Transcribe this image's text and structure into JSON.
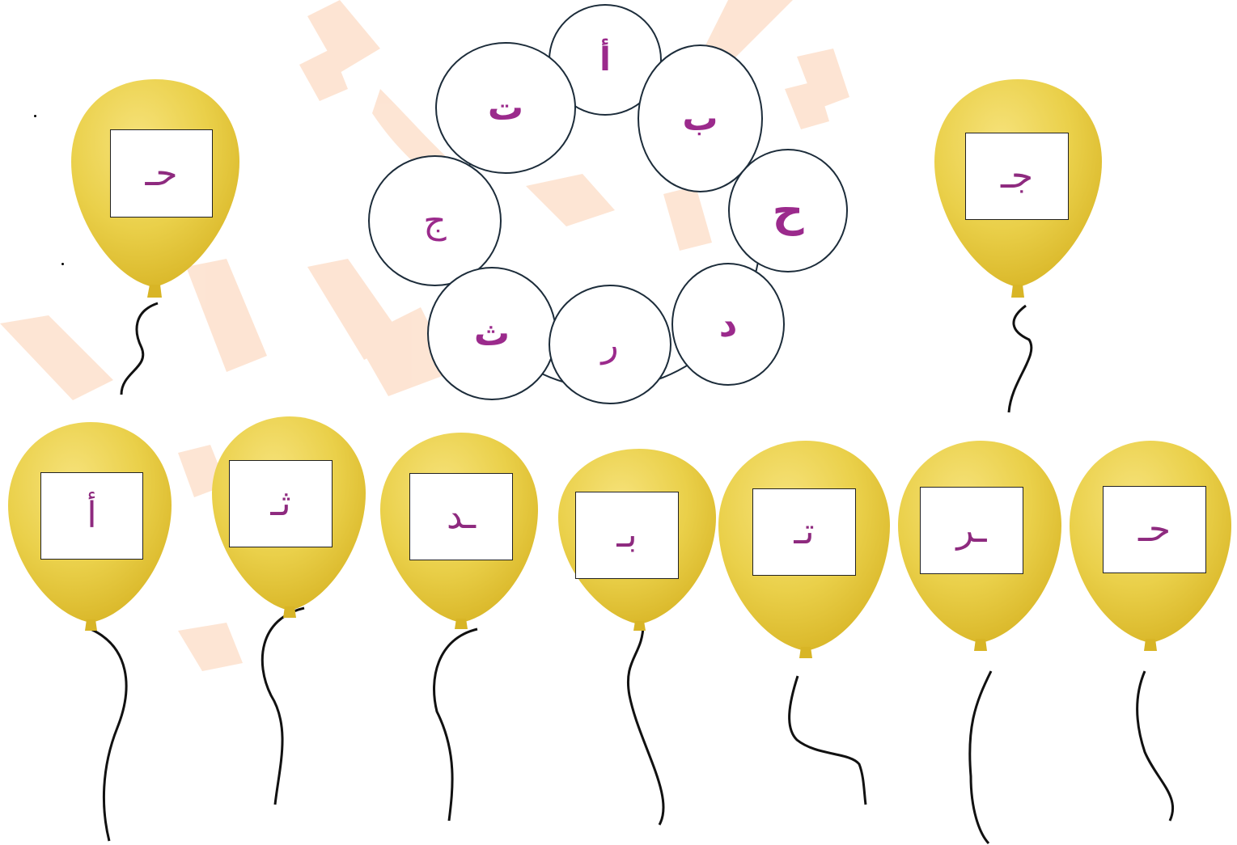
{
  "colors": {
    "balloon": "#e8c52c",
    "balloon_highlight": "#f3dd6a",
    "letter": "#8e2a7f",
    "watermark": "#fde2cf",
    "circle_border": "#1c2c3a"
  },
  "top_balloons": [
    {
      "letter": "حـ"
    },
    {
      "letter": "جـ"
    }
  ],
  "letter_circle": [
    "أ",
    "ب",
    "ح",
    "د",
    "ر",
    "ث",
    "ج",
    "ت"
  ],
  "bottom_balloons": [
    {
      "letter": "أ"
    },
    {
      "letter": "ثـ"
    },
    {
      "letter": "ـد"
    },
    {
      "letter": "بـ"
    },
    {
      "letter": "تـ"
    },
    {
      "letter": "ـر"
    },
    {
      "letter": "حـ"
    }
  ]
}
